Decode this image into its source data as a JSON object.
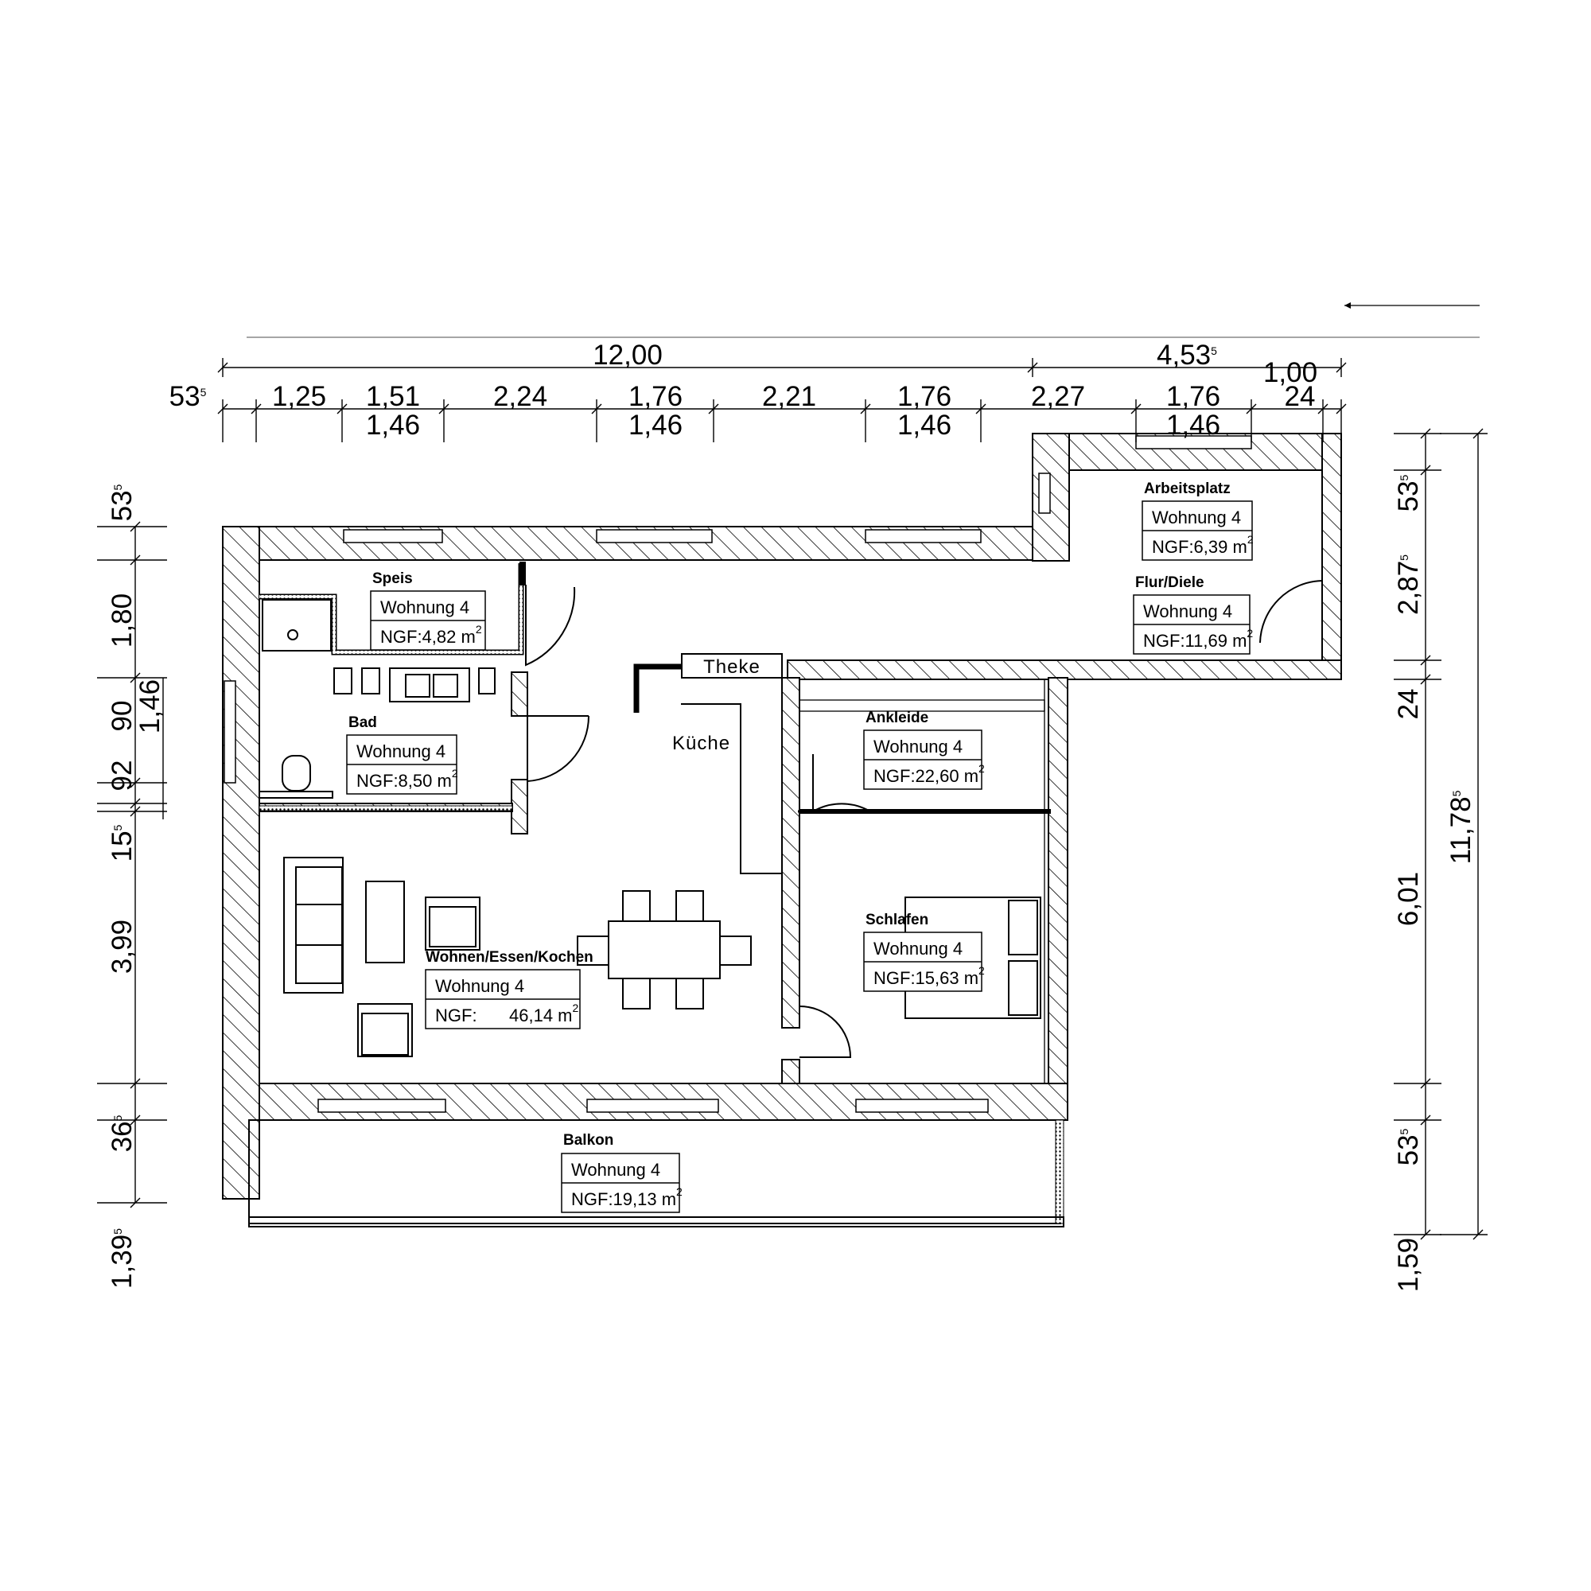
{
  "plan": {
    "rooms": [
      {
        "id": "speis",
        "name": "Speis",
        "unit": "Wohnung 4",
        "ngf_prefix": "NGF:",
        "area": "4,82 m",
        "sup": "2"
      },
      {
        "id": "bad",
        "name": "Bad",
        "unit": "Wohnung 4",
        "ngf_prefix": "NGF:",
        "area": "8,50 m",
        "sup": "2"
      },
      {
        "id": "wohnen",
        "name": "Wohnen/Essen/Kochen",
        "unit": "Wohnung 4",
        "ngf_prefix": "NGF:",
        "area": "46,14 m",
        "sup": "2"
      },
      {
        "id": "arbeitsplatz",
        "name": "Arbeitsplatz",
        "unit": "Wohnung 4",
        "ngf_prefix": "NGF:",
        "area": "6,39 m",
        "sup": "2"
      },
      {
        "id": "flur",
        "name": "Flur/Diele",
        "unit": "Wohnung 4",
        "ngf_prefix": "NGF:",
        "area": "11,69 m",
        "sup": "2"
      },
      {
        "id": "ankleide",
        "name": "Ankleide",
        "unit": "Wohnung 4",
        "ngf_prefix": "NGF:",
        "area": "22,60 m",
        "sup": "2"
      },
      {
        "id": "schlafen",
        "name": "Schlafen",
        "unit": "Wohnung 4",
        "ngf_prefix": "NGF:",
        "area": "15,63 m",
        "sup": "2"
      },
      {
        "id": "balkon",
        "name": "Balkon",
        "unit": "Wohnung 4",
        "ngf_prefix": "NGF:",
        "area": "19,13 m",
        "sup": "2"
      }
    ],
    "labels": {
      "theke": "Theke",
      "kueche": "Küche"
    },
    "dims_top_overall": [
      {
        "text": "12,00",
        "sup": ""
      },
      {
        "text": "4,53",
        "sup": "5"
      }
    ],
    "dims_top_row1": [
      {
        "text": "53",
        "sup": "5"
      },
      {
        "text": "1,25",
        "sup": ""
      },
      {
        "text": "1,51",
        "sup": ""
      },
      {
        "text": "2,24",
        "sup": ""
      },
      {
        "text": "1,76",
        "sup": ""
      },
      {
        "text": "2,21",
        "sup": ""
      },
      {
        "text": "1,76",
        "sup": ""
      },
      {
        "text": "2,27",
        "sup": ""
      },
      {
        "text": "1,76",
        "sup": ""
      },
      {
        "text": "1,00",
        "sup": ""
      },
      {
        "text": "24",
        "sup": ""
      }
    ],
    "dims_top_row2": [
      {
        "text": "1,46",
        "sup": ""
      },
      {
        "text": "1,46",
        "sup": ""
      },
      {
        "text": "1,46",
        "sup": ""
      },
      {
        "text": "1,46",
        "sup": ""
      }
    ],
    "dims_left": [
      {
        "text": "53",
        "sup": "5"
      },
      {
        "text": "1,80",
        "sup": ""
      },
      {
        "text": "90",
        "sup": ""
      },
      {
        "text": "1,46",
        "sup": ""
      },
      {
        "text": "92",
        "sup": ""
      },
      {
        "text": "15",
        "sup": "5"
      },
      {
        "text": "3,99",
        "sup": ""
      },
      {
        "text": "36",
        "sup": "5"
      },
      {
        "text": "1,39",
        "sup": "5"
      }
    ],
    "dims_right": [
      {
        "text": "53",
        "sup": "5"
      },
      {
        "text": "2,87",
        "sup": "5"
      },
      {
        "text": "24",
        "sup": ""
      },
      {
        "text": "6,01",
        "sup": ""
      },
      {
        "text": "53",
        "sup": "5"
      },
      {
        "text": "1,59",
        "sup": ""
      }
    ],
    "dims_right_overall": {
      "text": "11,78",
      "sup": "5"
    }
  }
}
